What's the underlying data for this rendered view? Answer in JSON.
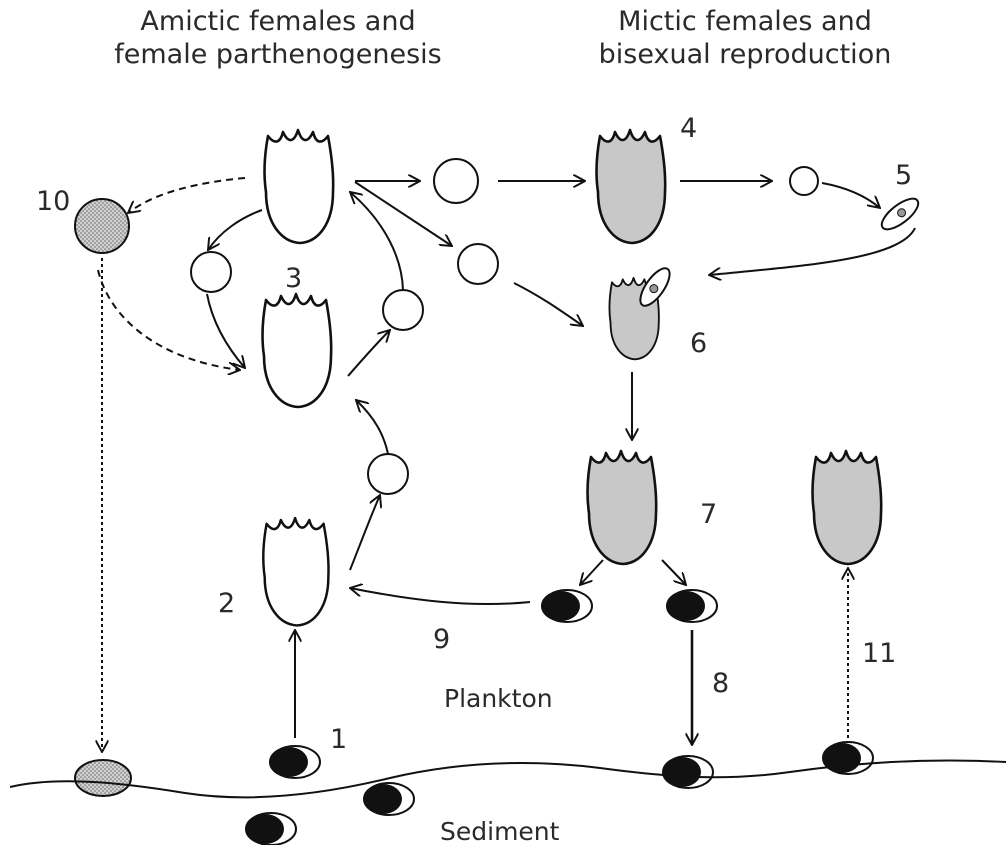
{
  "headings": {
    "left": [
      "Amictic females and",
      "female parthenogenesis"
    ],
    "right": [
      "Mictic females and",
      "bisexual reproduction"
    ]
  },
  "step_numbers": [
    "1",
    "2",
    "3",
    "4",
    "5",
    "6",
    "7",
    "8",
    "9",
    "10",
    "11"
  ],
  "zones": {
    "plankton": "Plankton",
    "sediment": "Sediment"
  },
  "colors": {
    "amictic_fill": "#ffffff",
    "mictic_fill": "#c8c8c8",
    "resting_egg_fill": "#111111",
    "stippled_cyst_fill": "#c4c4c4",
    "line": "#111111"
  }
}
